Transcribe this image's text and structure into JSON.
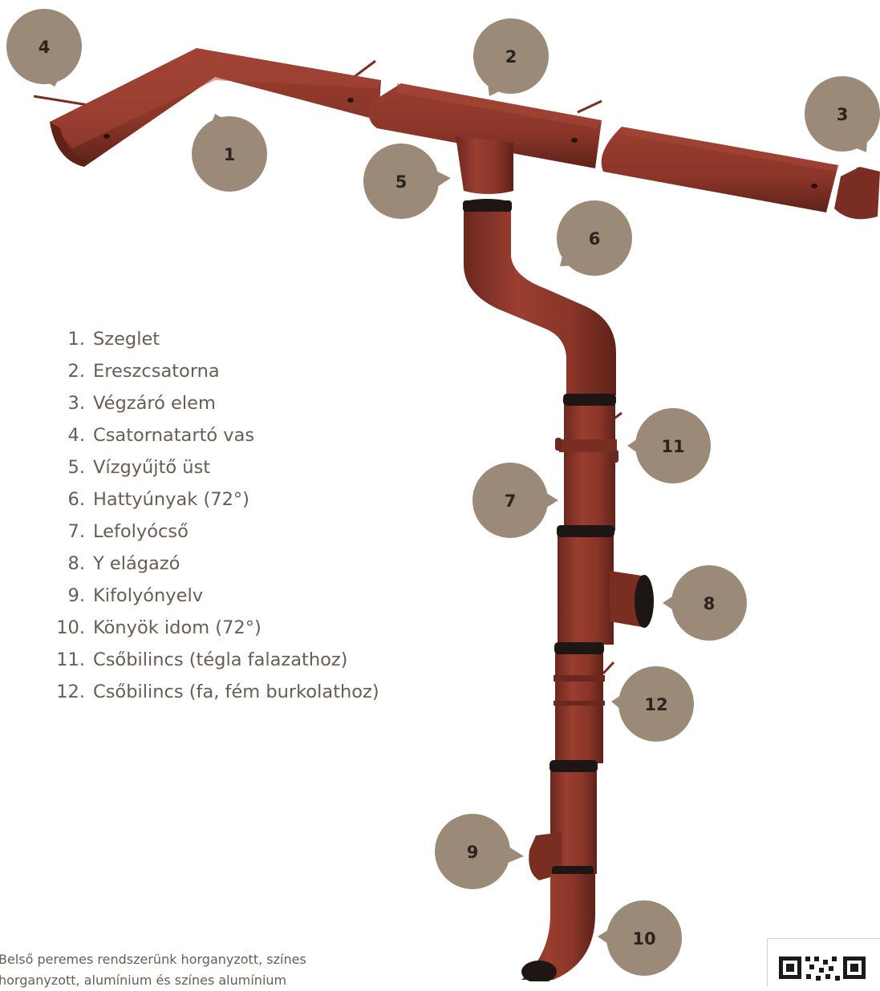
{
  "colors": {
    "pipe": "#8a3528",
    "pipe_dark": "#5e2219",
    "pipe_light": "#a8483a",
    "collar": "#1e1614",
    "bubble": "#9b8a78",
    "bubble_text": "#2a2420",
    "list_text": "#6a5c52"
  },
  "callouts": [
    {
      "id": "1",
      "label": "1"
    },
    {
      "id": "2",
      "label": "2"
    },
    {
      "id": "3",
      "label": "3"
    },
    {
      "id": "4",
      "label": "4"
    },
    {
      "id": "5",
      "label": "5"
    },
    {
      "id": "6",
      "label": "6"
    },
    {
      "id": "7",
      "label": "7"
    },
    {
      "id": "8",
      "label": "8"
    },
    {
      "id": "9",
      "label": "9"
    },
    {
      "id": "10",
      "label": "10"
    },
    {
      "id": "11",
      "label": "11"
    },
    {
      "id": "12",
      "label": "12"
    }
  ],
  "parts": [
    {
      "num": "1.",
      "name": "Szeglet"
    },
    {
      "num": "2.",
      "name": "Ereszcsatorna"
    },
    {
      "num": "3.",
      "name": "Végzáró elem"
    },
    {
      "num": "4.",
      "name": "Csatornatartó vas"
    },
    {
      "num": "5.",
      "name": "Vízgyűjtő üst"
    },
    {
      "num": "6.",
      "name": "Hattyúnyak (72°)"
    },
    {
      "num": "7.",
      "name": "Lefolyócső"
    },
    {
      "num": "8.",
      "name": "Y elágazó"
    },
    {
      "num": "9.",
      "name": "Kifolyónyelv"
    },
    {
      "num": "10.",
      "name": "Könyök idom (72°)"
    },
    {
      "num": "11.",
      "name": "Csőbilincs (tégla falazathoz)"
    },
    {
      "num": "12.",
      "name": "Csőbilincs (fa, fém burkolathoz)"
    }
  ],
  "footer": {
    "line1": "Belső peremes rendszerünk horganyzott, színes",
    "line2": "horganyzott, alumínium és színes alumínium"
  }
}
